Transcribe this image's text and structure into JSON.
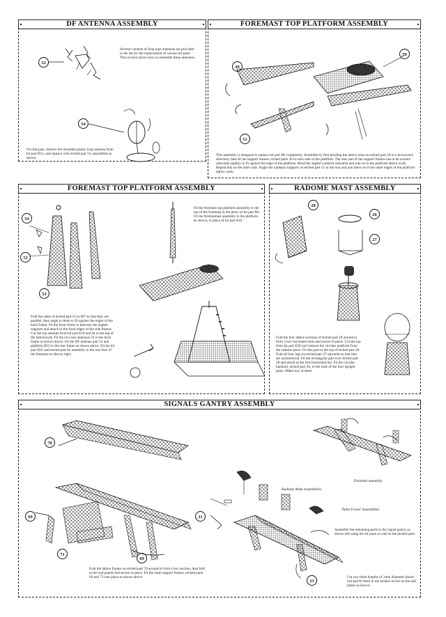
{
  "headers": {
    "df_antenna": "DF ANTENNA ASSEMBLY",
    "foremast_top_1": "FOREMAST TOP PLATFORM ASSEMBLY",
    "foremast_top_2": "FOREMAST TOP PLATFORM ASSEMBLY",
    "radome_mast": "RADOME MAST ASSEMBLY",
    "signals_gantry": "SIGNALS GANTRY ASSEMBLY"
  },
  "df_antenna": {
    "intro": "Several variants of loop type antennas are provided in the set for the replacement of various kit parts. This section shows how to assemble these antennas.",
    "note": "For this part, remove the moulded plastic loop antenna from kit part B12, and replace with etched part 54, assembled as shown.",
    "callouts": [
      "52",
      "54"
    ]
  },
  "foremast_top_1": {
    "text": "This assembly is designed to replace kit part B6 completely. Assemble by first bending the lattice arms on etched part 50 in a downward direction, then fit the support frames, etched parts 49 to each side of the platform. The rear part of the support frames has to be twisted outwards slightly to fit against the edge of the platform. Bend the angled yardarm outwards and join on to the platform lattice work. Repeat this on the other side. Angle the yardarm supports on etched part 51 to the rear and join them on to the other edges of the platform lattice work.",
    "callouts": [
      "49",
      "50",
      "51"
    ]
  },
  "foremast_top_2": {
    "text_top": "Fit the foremast top platform assembly to the top of the foremast in the place of kit part B6. Fit the foretopmast assembly to the platform as shown, in place of kit part E18",
    "text_bottom": "Fold the sides of etched part 53 to 90° so that they are parallel, then angle to them to fit against the edges of the back frame. Fit the front frame in between the angled supports and attach to the front edges of the side frames. Cut the top antenna from kit part E18 and fit to the top of the latticework. Fit the two rear antennas 32 to the back frame as shown above. Fit the DF antenna part 54 and platform B12 to the rear frame as shown above. Fit the kit part B21 and etched part 62 assembly to the rear face of the foremast as shown right.",
    "callouts": [
      "54",
      "52",
      "53"
    ]
  },
  "radome_mast": {
    "text": "Fold the four lattice sections of etched part 28 around to form a box-sectioned mast and secure in place. Cut the top from kit part E20 and remove the circular platform from the radome piece. Fit this part to the top of etched part 28. Fold all four legs on etched part 27 upwards so that they are symmetrical. Fit the rectangular part over etched part 28 and attach at the first horizontal bar. Fit the circular handrail, etched part 26, to the ends of the four upright posts. Make two of these",
    "callouts": [
      "28",
      "26",
      "27"
    ]
  },
  "signals_gantry": {
    "text_left": "Fold the lattice frames on etched part 70 around to form a box section, then fold in the end panels and secure in place. Fit the main support frames, etched parts 69 and 71 into place as shown above",
    "label_finished": "Finished assembly",
    "label_radome": "Radome Mast Assemblies",
    "label_palm": "'Palm Frond' Assemblies",
    "text_right": "Assemble the remaining parts to the signal gantry as shown left using the kit parts as well as the etched parts",
    "text_bottom": "Cut two 6mm lengths of 1mm diameter plastic rod and fit them to the etched circles on the end plates as shown.",
    "callouts": [
      "70",
      "69",
      "71",
      "69",
      "21",
      "21"
    ]
  }
}
